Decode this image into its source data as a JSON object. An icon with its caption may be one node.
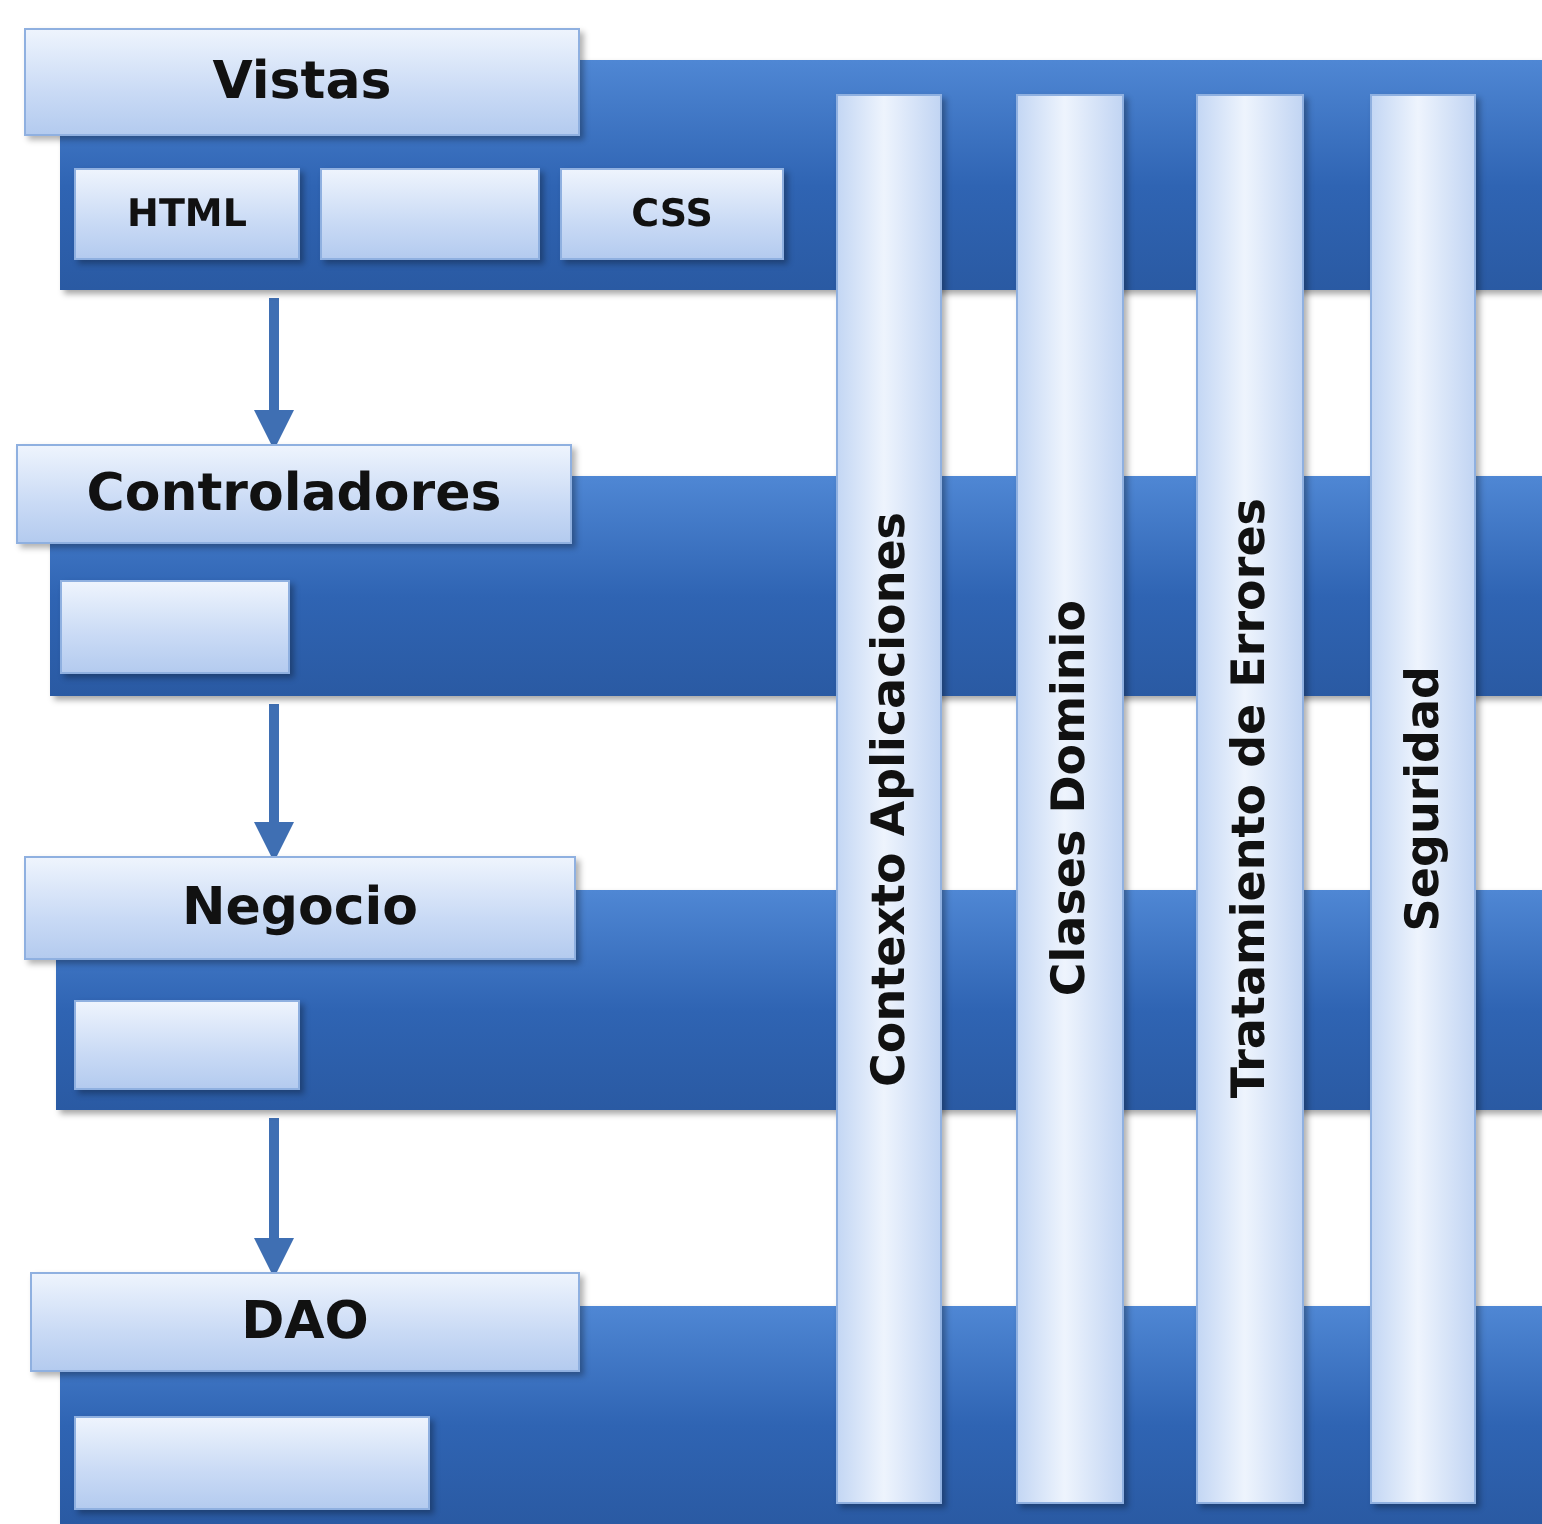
{
  "diagram": {
    "nodes": [
      {
        "text": [
          "Vistas"
        ]
      },
      {
        "text": [],
        "shape": "bar"
      },
      {
        "text": [
          "HTML"
        ],
        "in": 1
      },
      {
        "text": [],
        "shape": "box",
        "in": 1
      },
      {
        "text": [
          "CSS"
        ],
        "in": 1
      },
      {
        "text": [
          "Controladores"
        ]
      },
      {
        "text": [],
        "shape": "bar"
      },
      {
        "text": [],
        "shape": "box",
        "in": 6
      },
      {
        "text": [
          "Negocio"
        ]
      },
      {
        "text": [],
        "shape": "bar"
      },
      {
        "text": [],
        "shape": "box",
        "in": 9
      },
      {
        "text": [
          "DAO"
        ]
      },
      {
        "text": [],
        "shape": "bar"
      },
      {
        "text": [],
        "shape": "box",
        "in": 12
      },
      {
        "text": [
          "Contexto Aplicaciones"
        ]
      },
      {
        "text": [
          "Clases Dominio"
        ]
      },
      {
        "text": [
          "Tratamiento de Errores"
        ]
      },
      {
        "text": [
          "Seguridad"
        ]
      }
    ],
    "edges": [
      {
        "from": 1,
        "to": 5,
        "arrow": "to"
      },
      {
        "from": 6,
        "to": 8,
        "arrow": "to"
      },
      {
        "from": 9,
        "to": 11,
        "arrow": "to"
      }
    ]
  }
}
